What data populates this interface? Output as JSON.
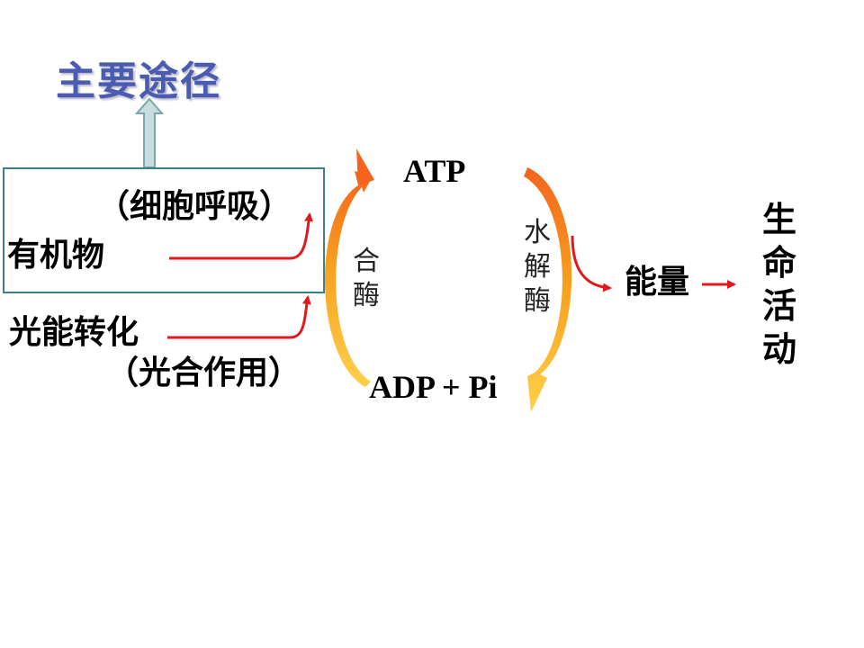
{
  "title": "主要途径",
  "box": {
    "respiration": "（细胞呼吸）",
    "organic_matter": "有机物"
  },
  "light_conversion": "光能转化",
  "photosynthesis": "（光合作用）",
  "cycle": {
    "atp": "ATP",
    "adp_pi": "ADP + Pi",
    "synthase": "合酶",
    "hydrolase": "水解酶"
  },
  "energy": "能量",
  "life_activity": "生命活动",
  "colors": {
    "title": "#4a5bb0",
    "red_arrow": "#e0191d",
    "box_border": "#3f7f85",
    "up_arrow_fill": "#c8dde0",
    "up_arrow_stroke": "#7aa7ad",
    "cycle_gradient": [
      "#f5a300",
      "#f46a1e",
      "#ffd04a"
    ]
  }
}
